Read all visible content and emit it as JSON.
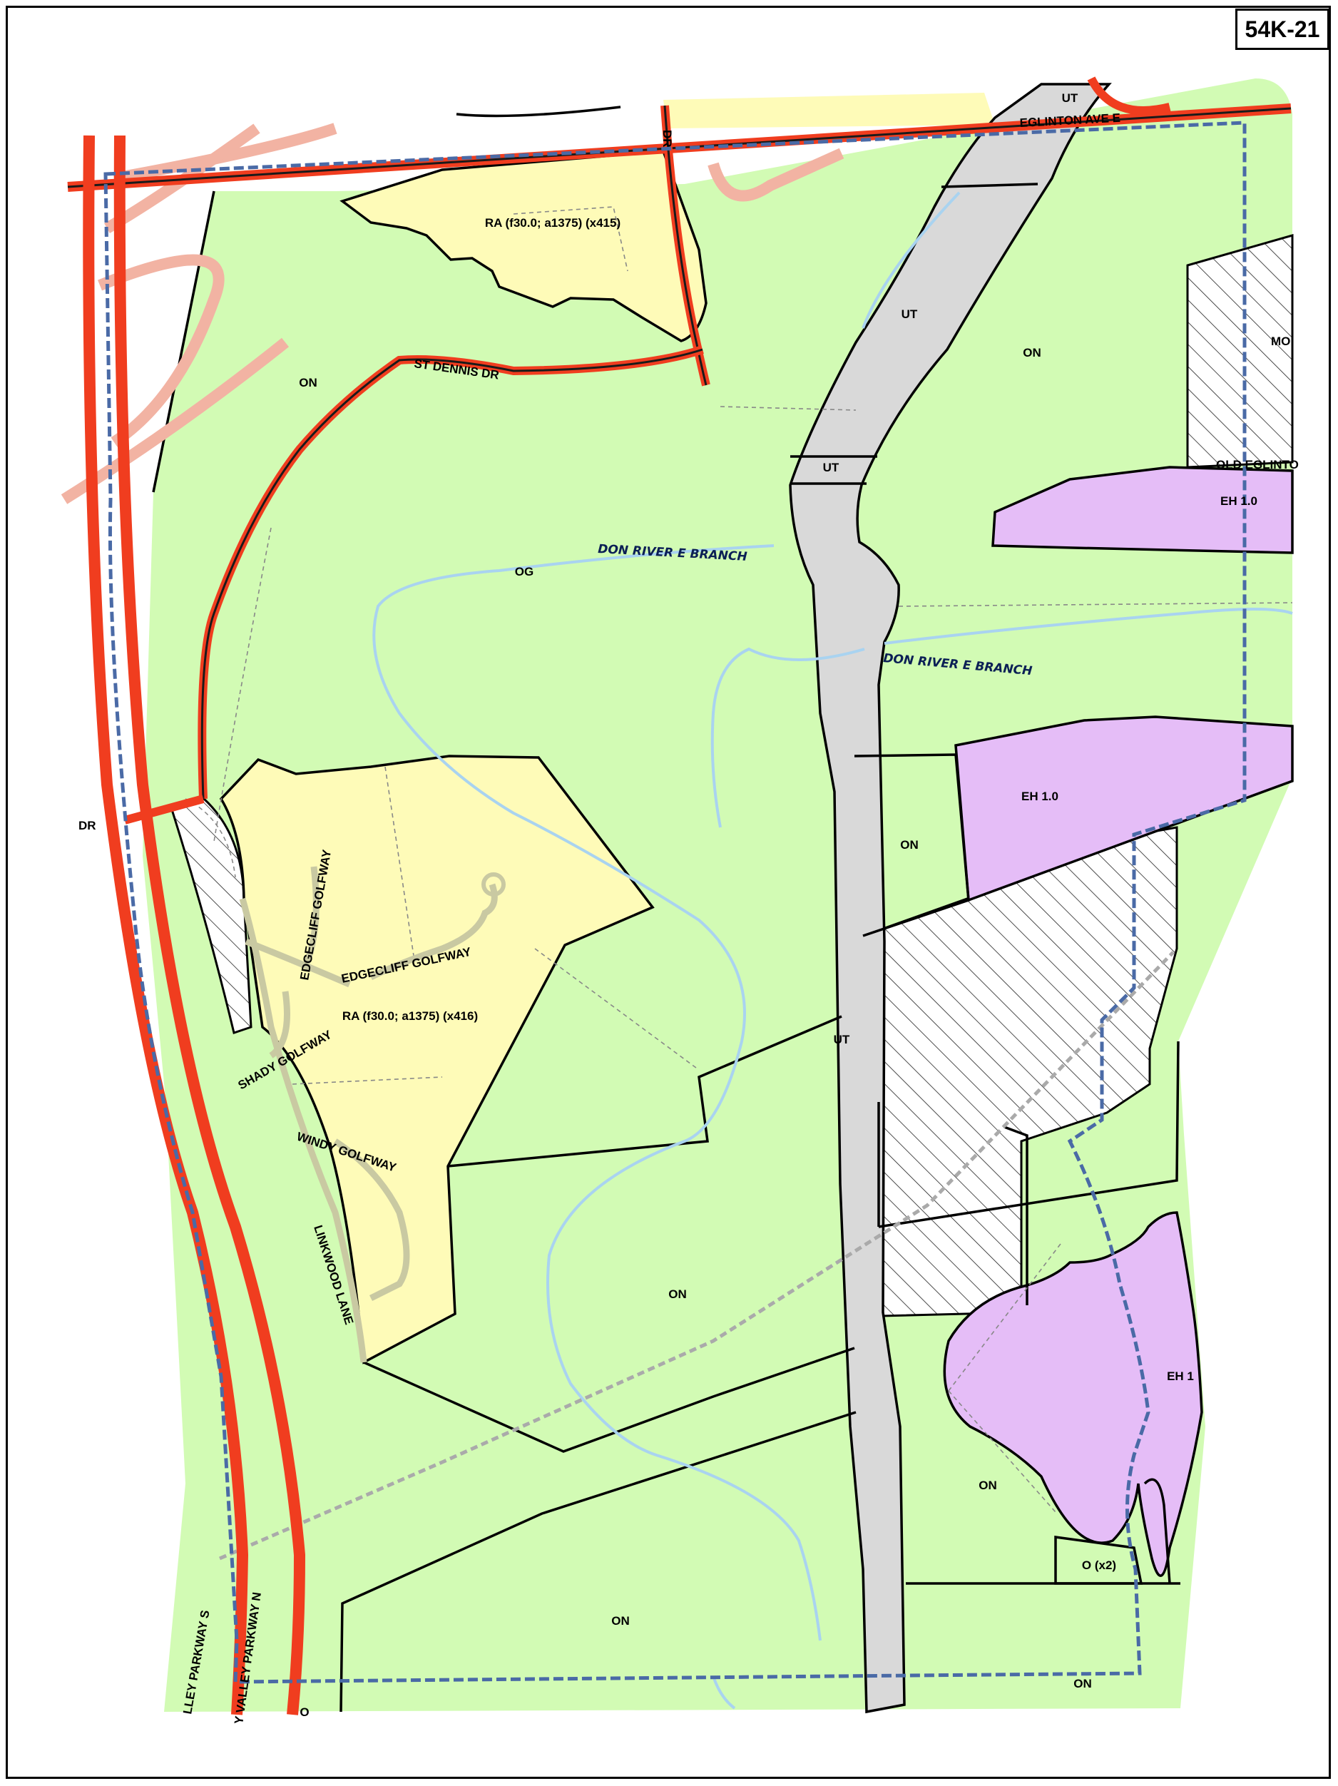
{
  "sheet": {
    "id": "54K-21"
  },
  "colors": {
    "open_space": "#d2fbb4",
    "residential": "#fefbb8",
    "employment": "#e5bdf7",
    "utility": "#d9d9d9",
    "major_road": "#f03d1f",
    "study_boundary": "#4a6aa6",
    "watercourse": "#a9d3f0"
  },
  "zones": {
    "ra_north": "RA (f30.0; a1375) (x415)",
    "ra_south": "RA (f30.0; a1375) (x416)",
    "on_nw": "ON",
    "on_ne": "ON",
    "on_mid": "ON",
    "on_center": "ON",
    "on_south": "ON",
    "on_se": "ON",
    "on_bottom": "ON",
    "og": "OG",
    "ut_top": "UT",
    "ut_1": "UT",
    "ut_2": "UT",
    "ut_3": "UT",
    "eh_1": "EH 1.0",
    "eh_2": "EH 1.0",
    "eh_3": "EH 1",
    "o_x2": "O (x2)",
    "o_sw": "O",
    "mo_partial": "MO"
  },
  "roads": {
    "eglinton": "EGLINTON AVE E",
    "old_eglinton": "OLD EGLINTO",
    "st_dennis": "ST DENNIS DR",
    "dr_top": "DR",
    "dr_left": "DR",
    "edgecliff_1": "EDGECLIFF GOLFWAY",
    "edgecliff_2": "EDGECLIFF GOLFWAY",
    "shady": "SHADY GOLFWAY",
    "windy": "WINDY GOLFWAY",
    "linkwood": "LINKWOOD LANE",
    "dvp_s": "LLEY PARKWAY S",
    "dvp_n": "Y VALLEY PARKWAY N"
  },
  "rivers": {
    "don_1": "DON RIVER E BRANCH",
    "don_2": "DON RIVER E BRANCH"
  }
}
